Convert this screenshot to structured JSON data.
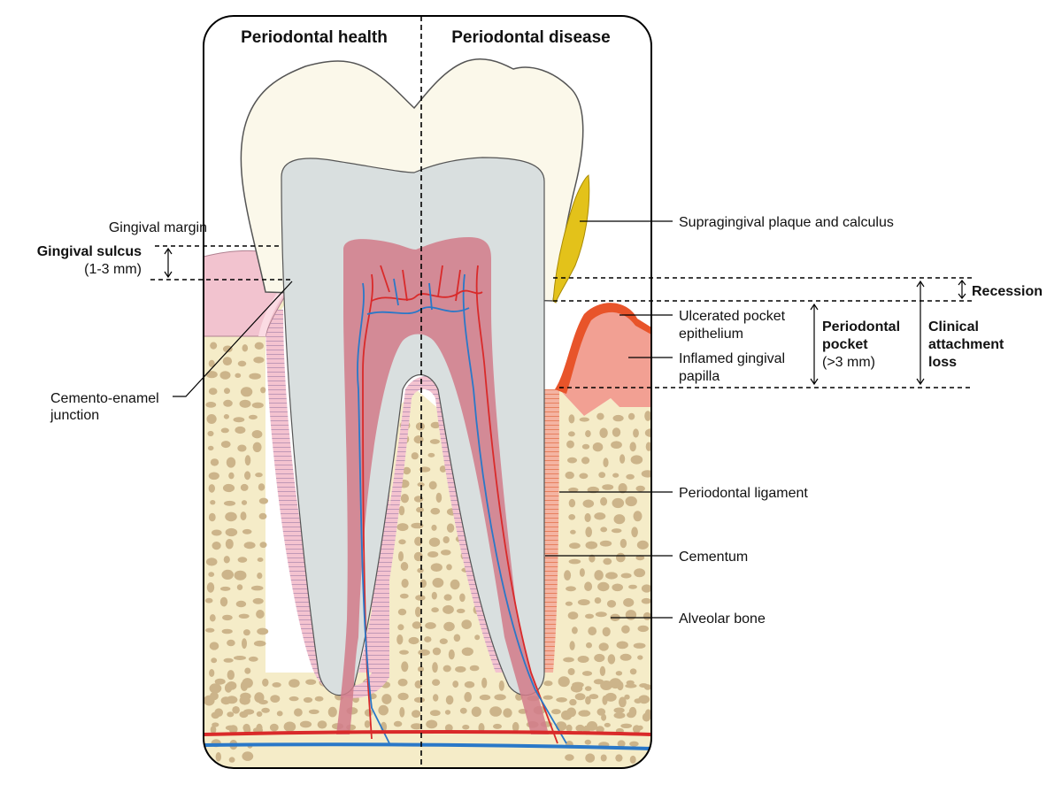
{
  "headers": {
    "health": "Periodontal health",
    "disease": "Periodontal disease"
  },
  "labels": {
    "gingival_margin": "Gingival margin",
    "gingival_sulcus": "Gingival sulcus",
    "sulcus_depth": "(1-3 mm)",
    "cej_line1": "Cemento-enamel",
    "cej_line2": "junction",
    "plaque": "Supragingival plaque and calculus",
    "recession": "Recession",
    "ulcerated_line1": "Ulcerated pocket",
    "ulcerated_line2": "epithelium",
    "papilla_line1": "Inflamed gingival",
    "papilla_line2": "papilla",
    "pocket_line1": "Periodontal",
    "pocket_line2": "pocket",
    "pocket_depth": "(>3 mm)",
    "cal_line1": "Clinical",
    "cal_line2": "attachment",
    "cal_line3": "loss",
    "ligament": "Periodontal ligament",
    "cementum": "Cementum",
    "alveolar_bone": "Alveolar bone"
  },
  "colors": {
    "enamel": "#fbf8ea",
    "dentin": "#d9dfdf",
    "pulp": "#d17b8a",
    "gingiva_healthy": "#f2c3cf",
    "gingiva_inflamed": "#f2a093",
    "ulcerated_epithelium": "#e8542a",
    "bone": "#f5ecc8",
    "bone_cavity": "#ccb48a",
    "calculus": "#e3c21a",
    "artery": "#d92a2a",
    "vein": "#2a78c8"
  }
}
